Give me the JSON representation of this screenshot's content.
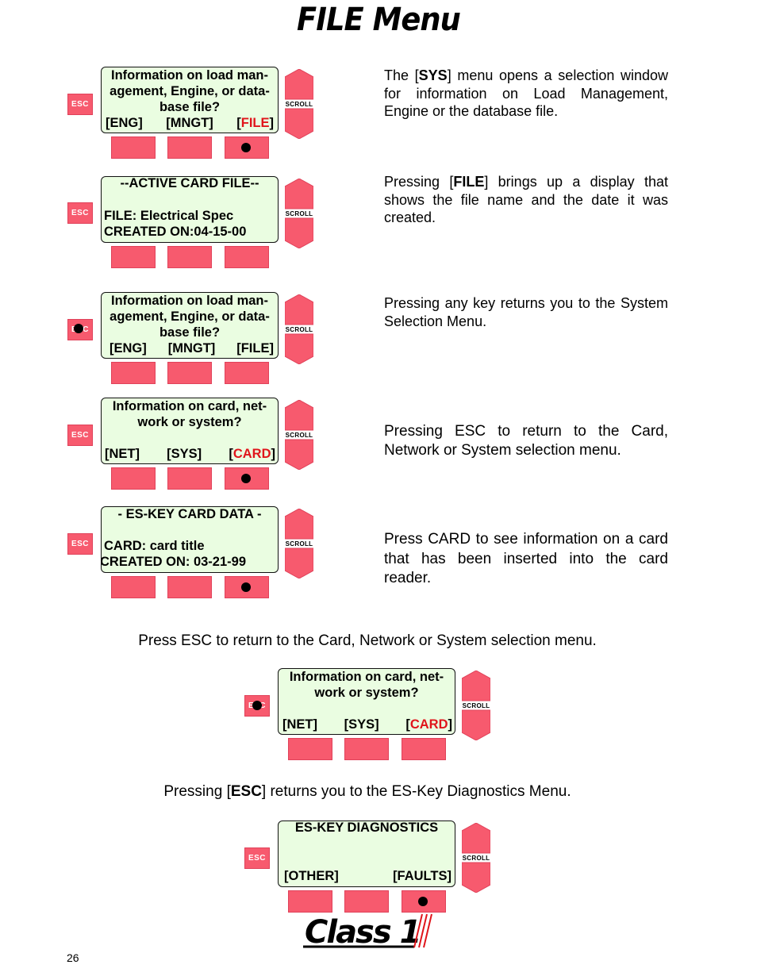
{
  "title": "FILE Menu",
  "panels": [
    {
      "id": "p1",
      "esc_label": "ESC",
      "scroll_label": "SCROLL",
      "lines": [
        "Information on load man-",
        "agement, Engine, or data-",
        "base file?"
      ],
      "options": [
        "[ENG]",
        "[MNGT]",
        "[FILE]"
      ],
      "highlight_option": 2,
      "pressed_key": "f3",
      "description": "The [SYS] menu opens a selection window for information on Load Management, Engine or the database file."
    },
    {
      "id": "p2",
      "esc_label": "ESC",
      "scroll_label": "SCROLL",
      "lines": [
        "--ACTIVE CARD FILE--",
        "",
        "FILE: Electrical Spec",
        "CREATED ON:04-15-00"
      ],
      "options": [],
      "pressed_key": "",
      "description": "Pressing [FILE] brings up a display that shows the file name and the date it was created."
    },
    {
      "id": "p3",
      "esc_label": "ESC",
      "scroll_label": "SCROLL",
      "lines": [
        "Information on load man-",
        "agement, Engine, or data-",
        "base file?"
      ],
      "options": [
        "[ENG]",
        "[MNGT]",
        "[FILE]"
      ],
      "pressed_key": "esc",
      "description": "Pressing any key returns you to the System Selection Menu."
    },
    {
      "id": "p4",
      "esc_label": "ESC",
      "scroll_label": "SCROLL",
      "lines": [
        "Information on card, net-",
        "work or system?"
      ],
      "options": [
        "[NET]",
        "[SYS]",
        "[CARD]"
      ],
      "highlight_option": 2,
      "pressed_key": "f3",
      "description": "Pressing ESC to return to the Card, Network or System selection menu."
    },
    {
      "id": "p5",
      "esc_label": "ESC",
      "scroll_label": "SCROLL",
      "lines": [
        "- ES-KEY CARD DATA -",
        "",
        "CARD: card title",
        "CREATED ON: 03-21-99"
      ],
      "options": [],
      "pressed_key": "f3",
      "description": "Press CARD to see information on a card that has been inserted into the card reader."
    }
  ],
  "middle_text": "Press ESC to return to the Card, Network or System selection menu.",
  "panel6": {
    "esc_label": "ESC",
    "scroll_label": "SCROLL",
    "lines": [
      "Information on card, net-",
      "work or system?"
    ],
    "options": [
      "[NET]",
      "[SYS]",
      "[CARD]"
    ],
    "highlight_option": 2,
    "pressed_key": "esc"
  },
  "bottom_text": "Pressing [ESC] returns you to the ES-Key Diagnostics Menu.",
  "panel7": {
    "esc_label": "ESC",
    "scroll_label": "SCROLL",
    "lines": [
      "ES-KEY DIAGNOSTICS"
    ],
    "options": [
      "[OTHER]",
      "[FAULTS]"
    ],
    "pressed_key": "f3"
  },
  "logo_text": "Class 1",
  "page_number": "26",
  "colors": {
    "key": "#f75a6e",
    "lcd": "#eafde1",
    "highlight": "#e0151b"
  }
}
